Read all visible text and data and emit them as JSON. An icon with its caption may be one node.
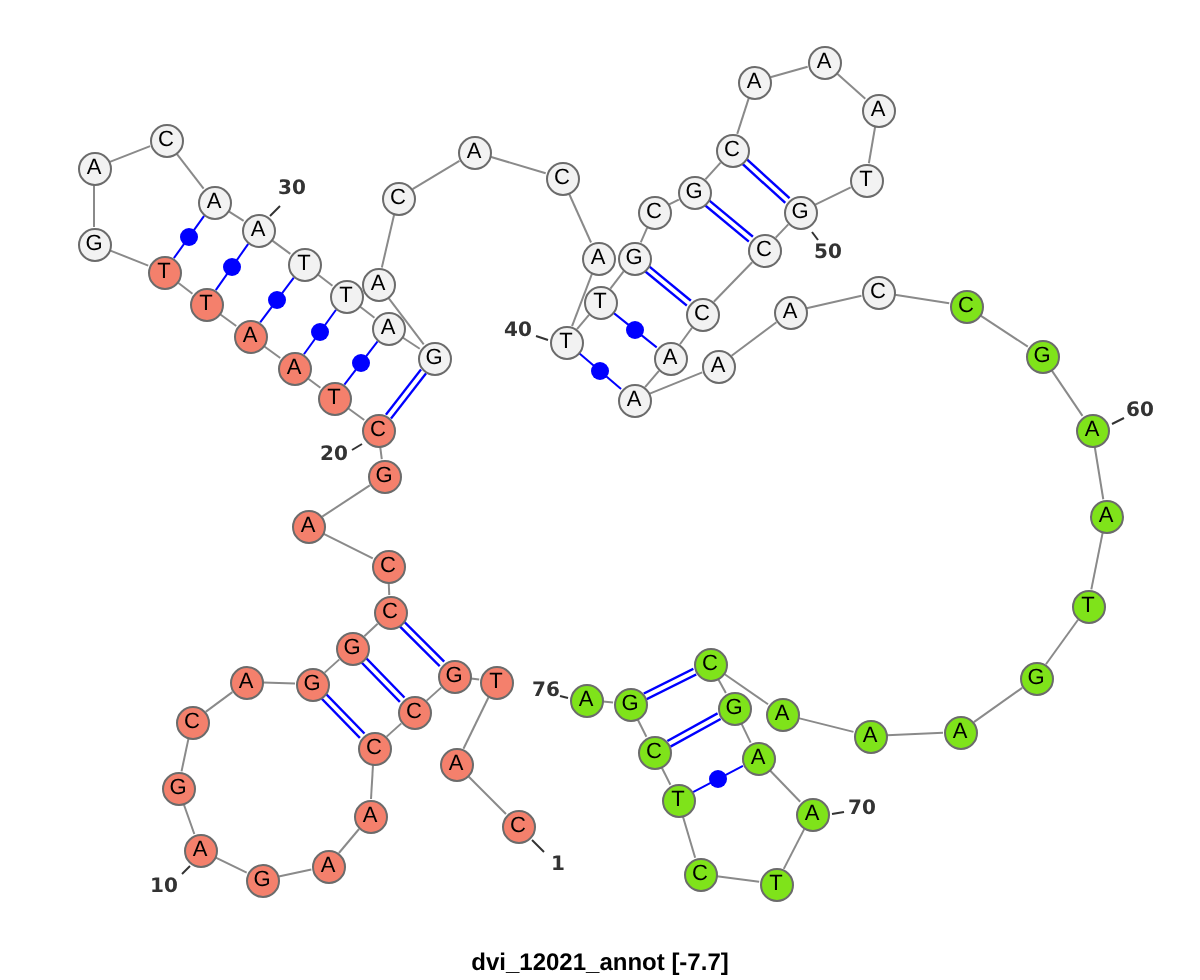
{
  "diagram": {
    "caption": "dvi_12021_annot [-7.7]",
    "nodes": [
      {
        "text": [
          "C"
        ],
        "beside": [
          "1"
        ]
      },
      {
        "text": [
          "A"
        ]
      },
      {
        "text": [
          "T"
        ]
      },
      {
        "text": [
          "G"
        ]
      },
      {
        "text": [
          "C"
        ]
      },
      {
        "text": [
          "C"
        ]
      },
      {
        "text": [
          "A"
        ]
      },
      {
        "text": [
          "A"
        ]
      },
      {
        "text": [
          "G"
        ]
      },
      {
        "text": [
          "A"
        ],
        "beside": [
          "10"
        ]
      },
      {
        "text": [
          "G"
        ]
      },
      {
        "text": [
          "C"
        ]
      },
      {
        "text": [
          "A"
        ]
      },
      {
        "text": [
          "G"
        ]
      },
      {
        "text": [
          "G"
        ]
      },
      {
        "text": [
          "C"
        ]
      },
      {
        "text": [
          "C"
        ]
      },
      {
        "text": [
          "A"
        ]
      },
      {
        "text": [
          "G"
        ]
      },
      {
        "text": [
          "C"
        ],
        "beside": [
          "20"
        ]
      },
      {
        "text": [
          "T"
        ]
      },
      {
        "text": [
          "A"
        ]
      },
      {
        "text": [
          "A"
        ]
      },
      {
        "text": [
          "T"
        ]
      },
      {
        "text": [
          "T"
        ]
      },
      {
        "text": [
          "G"
        ]
      },
      {
        "text": [
          "A"
        ]
      },
      {
        "text": [
          "C"
        ]
      },
      {
        "text": [
          "A"
        ]
      },
      {
        "text": [
          "A"
        ],
        "beside": [
          "30"
        ]
      },
      {
        "text": [
          "T"
        ]
      },
      {
        "text": [
          "T"
        ]
      },
      {
        "text": [
          "A"
        ]
      },
      {
        "text": [
          "G"
        ]
      },
      {
        "text": [
          "A"
        ]
      },
      {
        "text": [
          "C"
        ]
      },
      {
        "text": [
          "A"
        ]
      },
      {
        "text": [
          "C"
        ]
      },
      {
        "text": [
          "A"
        ]
      },
      {
        "text": [
          "T"
        ],
        "beside": [
          "40"
        ]
      },
      {
        "text": [
          "T"
        ]
      },
      {
        "text": [
          "G"
        ]
      },
      {
        "text": [
          "C"
        ]
      },
      {
        "text": [
          "G"
        ]
      },
      {
        "text": [
          "C"
        ]
      },
      {
        "text": [
          "A"
        ]
      },
      {
        "text": [
          "A"
        ]
      },
      {
        "text": [
          "A"
        ]
      },
      {
        "text": [
          "T"
        ]
      },
      {
        "text": [
          "G"
        ],
        "beside": [
          "50"
        ]
      },
      {
        "text": [
          "C"
        ]
      },
      {
        "text": [
          "C"
        ]
      },
      {
        "text": [
          "A"
        ]
      },
      {
        "text": [
          "A"
        ]
      },
      {
        "text": [
          "A"
        ]
      },
      {
        "text": [
          "A"
        ]
      },
      {
        "text": [
          "C"
        ]
      },
      {
        "text": [
          "C"
        ]
      },
      {
        "text": [
          "G"
        ]
      },
      {
        "text": [
          "A"
        ],
        "beside": [
          "60"
        ]
      },
      {
        "text": [
          "A"
        ]
      },
      {
        "text": [
          "T"
        ]
      },
      {
        "text": [
          "G"
        ]
      },
      {
        "text": [
          "A"
        ]
      },
      {
        "text": [
          "A"
        ]
      },
      {
        "text": [
          "A"
        ]
      },
      {
        "text": [
          "C"
        ]
      },
      {
        "text": [
          "G"
        ]
      },
      {
        "text": [
          "A"
        ]
      },
      {
        "text": [
          "A"
        ],
        "beside": [
          "70"
        ]
      },
      {
        "text": [
          "T"
        ]
      },
      {
        "text": [
          "C"
        ]
      },
      {
        "text": [
          "T"
        ]
      },
      {
        "text": [
          "C"
        ]
      },
      {
        "text": [
          "G"
        ]
      },
      {
        "text": [
          "A"
        ],
        "beside": [
          "76"
        ]
      }
    ],
    "edges": [
      {
        "from": 0,
        "to": 1,
        "arrow": "none"
      },
      {
        "from": 1,
        "to": 2,
        "arrow": "none"
      },
      {
        "from": 2,
        "to": 3,
        "arrow": "none"
      },
      {
        "from": 3,
        "to": 4,
        "arrow": "none"
      },
      {
        "from": 4,
        "to": 5,
        "arrow": "none"
      },
      {
        "from": 5,
        "to": 6,
        "arrow": "none"
      },
      {
        "from": 6,
        "to": 7,
        "arrow": "none"
      },
      {
        "from": 7,
        "to": 8,
        "arrow": "none"
      },
      {
        "from": 8,
        "to": 9,
        "arrow": "none"
      },
      {
        "from": 9,
        "to": 10,
        "arrow": "none"
      },
      {
        "from": 10,
        "to": 11,
        "arrow": "none"
      },
      {
        "from": 11,
        "to": 12,
        "arrow": "none"
      },
      {
        "from": 12,
        "to": 13,
        "arrow": "none"
      },
      {
        "from": 13,
        "to": 14,
        "arrow": "none"
      },
      {
        "from": 14,
        "to": 15,
        "arrow": "none"
      },
      {
        "from": 15,
        "to": 16,
        "arrow": "none"
      },
      {
        "from": 16,
        "to": 17,
        "arrow": "none"
      },
      {
        "from": 17,
        "to": 18,
        "arrow": "none"
      },
      {
        "from": 18,
        "to": 19,
        "arrow": "none"
      },
      {
        "from": 19,
        "to": 20,
        "arrow": "none"
      },
      {
        "from": 20,
        "to": 21,
        "arrow": "none"
      },
      {
        "from": 21,
        "to": 22,
        "arrow": "none"
      },
      {
        "from": 22,
        "to": 23,
        "arrow": "none"
      },
      {
        "from": 23,
        "to": 24,
        "arrow": "none"
      },
      {
        "from": 24,
        "to": 25,
        "arrow": "none"
      },
      {
        "from": 25,
        "to": 26,
        "arrow": "none"
      },
      {
        "from": 26,
        "to": 27,
        "arrow": "none"
      },
      {
        "from": 27,
        "to": 28,
        "arrow": "none"
      },
      {
        "from": 28,
        "to": 29,
        "arrow": "none"
      },
      {
        "from": 29,
        "to": 30,
        "arrow": "none"
      },
      {
        "from": 30,
        "to": 31,
        "arrow": "none"
      },
      {
        "from": 31,
        "to": 32,
        "arrow": "none"
      },
      {
        "from": 32,
        "to": 33,
        "arrow": "none"
      },
      {
        "from": 33,
        "to": 34,
        "arrow": "none"
      },
      {
        "from": 34,
        "to": 35,
        "arrow": "none"
      },
      {
        "from": 35,
        "to": 36,
        "arrow": "none"
      },
      {
        "from": 36,
        "to": 37,
        "arrow": "none"
      },
      {
        "from": 37,
        "to": 38,
        "arrow": "none"
      },
      {
        "from": 38,
        "to": 39,
        "arrow": "none"
      },
      {
        "from": 39,
        "to": 40,
        "arrow": "none"
      },
      {
        "from": 40,
        "to": 41,
        "arrow": "none"
      },
      {
        "from": 41,
        "to": 42,
        "arrow": "none"
      },
      {
        "from": 42,
        "to": 43,
        "arrow": "none"
      },
      {
        "from": 43,
        "to": 44,
        "arrow": "none"
      },
      {
        "from": 44,
        "to": 45,
        "arrow": "none"
      },
      {
        "from": 45,
        "to": 46,
        "arrow": "none"
      },
      {
        "from": 46,
        "to": 47,
        "arrow": "none"
      },
      {
        "from": 47,
        "to": 48,
        "arrow": "none"
      },
      {
        "from": 48,
        "to": 49,
        "arrow": "none"
      },
      {
        "from": 49,
        "to": 50,
        "arrow": "none"
      },
      {
        "from": 50,
        "to": 51,
        "arrow": "none"
      },
      {
        "from": 51,
        "to": 52,
        "arrow": "none"
      },
      {
        "from": 52,
        "to": 53,
        "arrow": "none"
      },
      {
        "from": 53,
        "to": 54,
        "arrow": "none"
      },
      {
        "from": 54,
        "to": 55,
        "arrow": "none"
      },
      {
        "from": 55,
        "to": 56,
        "arrow": "none"
      },
      {
        "from": 56,
        "to": 57,
        "arrow": "none"
      },
      {
        "from": 57,
        "to": 58,
        "arrow": "none"
      },
      {
        "from": 58,
        "to": 59,
        "arrow": "none"
      },
      {
        "from": 59,
        "to": 60,
        "arrow": "none"
      },
      {
        "from": 60,
        "to": 61,
        "arrow": "none"
      },
      {
        "from": 61,
        "to": 62,
        "arrow": "none"
      },
      {
        "from": 62,
        "to": 63,
        "arrow": "none"
      },
      {
        "from": 63,
        "to": 64,
        "arrow": "none"
      },
      {
        "from": 64,
        "to": 65,
        "arrow": "none"
      },
      {
        "from": 65,
        "to": 66,
        "arrow": "none"
      },
      {
        "from": 66,
        "to": 67,
        "arrow": "none"
      },
      {
        "from": 67,
        "to": 68,
        "arrow": "none"
      },
      {
        "from": 68,
        "to": 69,
        "arrow": "none"
      },
      {
        "from": 69,
        "to": 70,
        "arrow": "none"
      },
      {
        "from": 70,
        "to": 71,
        "arrow": "none"
      },
      {
        "from": 71,
        "to": 72,
        "arrow": "none"
      },
      {
        "from": 72,
        "to": 73,
        "arrow": "none"
      },
      {
        "from": 73,
        "to": 74,
        "arrow": "none"
      },
      {
        "from": 74,
        "to": 75,
        "arrow": "none"
      },
      {
        "from": 3,
        "to": 15,
        "arrow": "none",
        "style": "thick",
        "color": "#0000ff"
      },
      {
        "from": 4,
        "to": 14,
        "arrow": "none",
        "style": "thick",
        "color": "#0000ff"
      },
      {
        "from": 5,
        "to": 13,
        "arrow": "none",
        "style": "thick",
        "color": "#0000ff"
      },
      {
        "from": 19,
        "to": 33,
        "arrow": "none",
        "style": "thick",
        "color": "#0000ff"
      },
      {
        "from": 20,
        "to": 32,
        "arrow": "none",
        "color": "#0000ff"
      },
      {
        "from": 21,
        "to": 31,
        "arrow": "none",
        "color": "#0000ff"
      },
      {
        "from": 22,
        "to": 30,
        "arrow": "none",
        "color": "#0000ff"
      },
      {
        "from": 23,
        "to": 29,
        "arrow": "none",
        "color": "#0000ff"
      },
      {
        "from": 24,
        "to": 28,
        "arrow": "none",
        "color": "#0000ff"
      },
      {
        "from": 39,
        "to": 53,
        "arrow": "none",
        "color": "#0000ff"
      },
      {
        "from": 40,
        "to": 52,
        "arrow": "none",
        "color": "#0000ff"
      },
      {
        "from": 41,
        "to": 51,
        "arrow": "none",
        "style": "thick",
        "color": "#0000ff"
      },
      {
        "from": 43,
        "to": 50,
        "arrow": "none",
        "style": "thick",
        "color": "#0000ff"
      },
      {
        "from": 44,
        "to": 49,
        "arrow": "none",
        "style": "thick",
        "color": "#0000ff"
      },
      {
        "from": 66,
        "to": 74,
        "arrow": "none",
        "style": "thick",
        "color": "#0000ff"
      },
      {
        "from": 67,
        "to": 73,
        "arrow": "none",
        "style": "thick",
        "color": "#0000ff"
      },
      {
        "from": 68,
        "to": 72,
        "arrow": "none",
        "color": "#0000ff"
      }
    ]
  }
}
